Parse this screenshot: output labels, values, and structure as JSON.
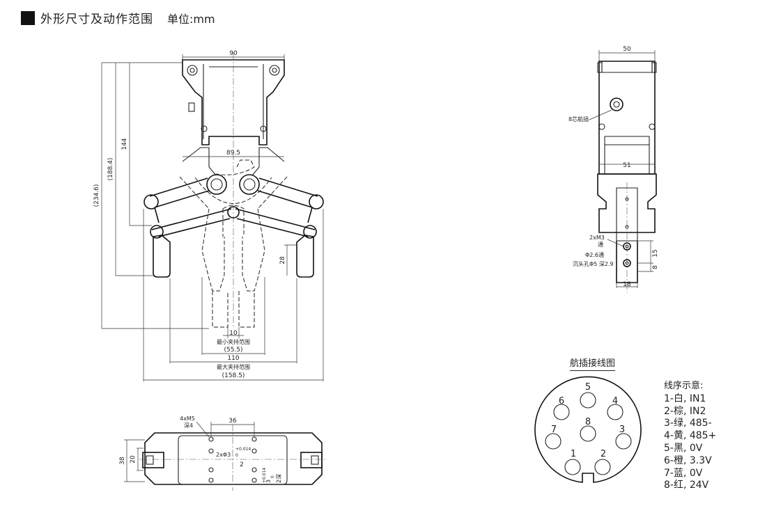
{
  "heading": {
    "title": "外形尺寸及动作范围",
    "unit": "单位:mm"
  },
  "front_view": {
    "width_top": "90",
    "inner_width": "89.5",
    "height_144": "144",
    "height_188": "(188.4)",
    "height_234": "(234.6)",
    "finger_28": "28",
    "min_gap": "10",
    "min_range_label": "最小夹持范围",
    "min_range": "(55.5)",
    "max_gap": "110",
    "max_range_label": "最大夹持范围",
    "max_range": "(158.5)"
  },
  "side_view": {
    "width_top": "50",
    "width_51": "51",
    "connector_label": "8芯航插",
    "thread_label": "2xM3",
    "thread_through": "通",
    "hole_label": "Φ2.6通",
    "counterbore_label": "沉头孔Φ5 深2.9",
    "dim_15": "15",
    "dim_8": "8",
    "dim_18": "18"
  },
  "bottom_view": {
    "thread_label": "4xM5",
    "thread_depth": "深4",
    "dim_36": "36",
    "dim_38": "38",
    "dim_20": "20",
    "pin_label": "2xΦ3",
    "pin_tol_upper": "+0.014",
    "pin_tol_lower": "0",
    "dim_2": "2",
    "slot_label": "3",
    "slot_tol_upper": "+0.014",
    "slot_tol_lower": "0",
    "slot_depth": "2深"
  },
  "wiring": {
    "title": "航插接线图",
    "legend_title": "线序示意:",
    "legend": [
      "1-白, IN1",
      "2-棕, IN2",
      "3-绿, 485-",
      "4-黄, 485+",
      "5-黑, 0V",
      "6-橙, 3.3V",
      "7-蓝, 0V",
      "8-红, 24V"
    ],
    "pins": [
      "1",
      "2",
      "3",
      "4",
      "5",
      "6",
      "7",
      "8"
    ]
  }
}
